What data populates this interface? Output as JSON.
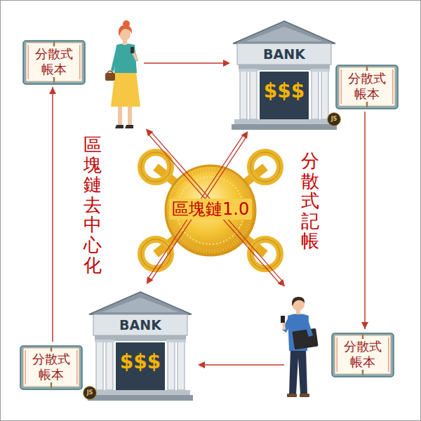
{
  "diagram": {
    "nodes": [
      {
        "text": [
          "分散式 帳本"
        ]
      },
      {
        "text": [
          "BANK",
          "$$$"
        ]
      },
      {
        "text": [
          "分散式 帳本"
        ]
      },
      {
        "text": [
          "分散式 帳本"
        ]
      },
      {
        "text": [
          "BANK",
          "$$$"
        ]
      },
      {
        "text": [
          "分散式 帳本"
        ]
      }
    ],
    "edges": [
      {
        "from": 2,
        "to": 5,
        "arrow": "to"
      },
      {
        "from": 3,
        "to": 0,
        "arrow": "to"
      }
    ],
    "labels": [
      "區塊鏈去中心化",
      "分散式記帳",
      "區塊鏈1.0",
      "JS",
      "JS"
    ]
  }
}
